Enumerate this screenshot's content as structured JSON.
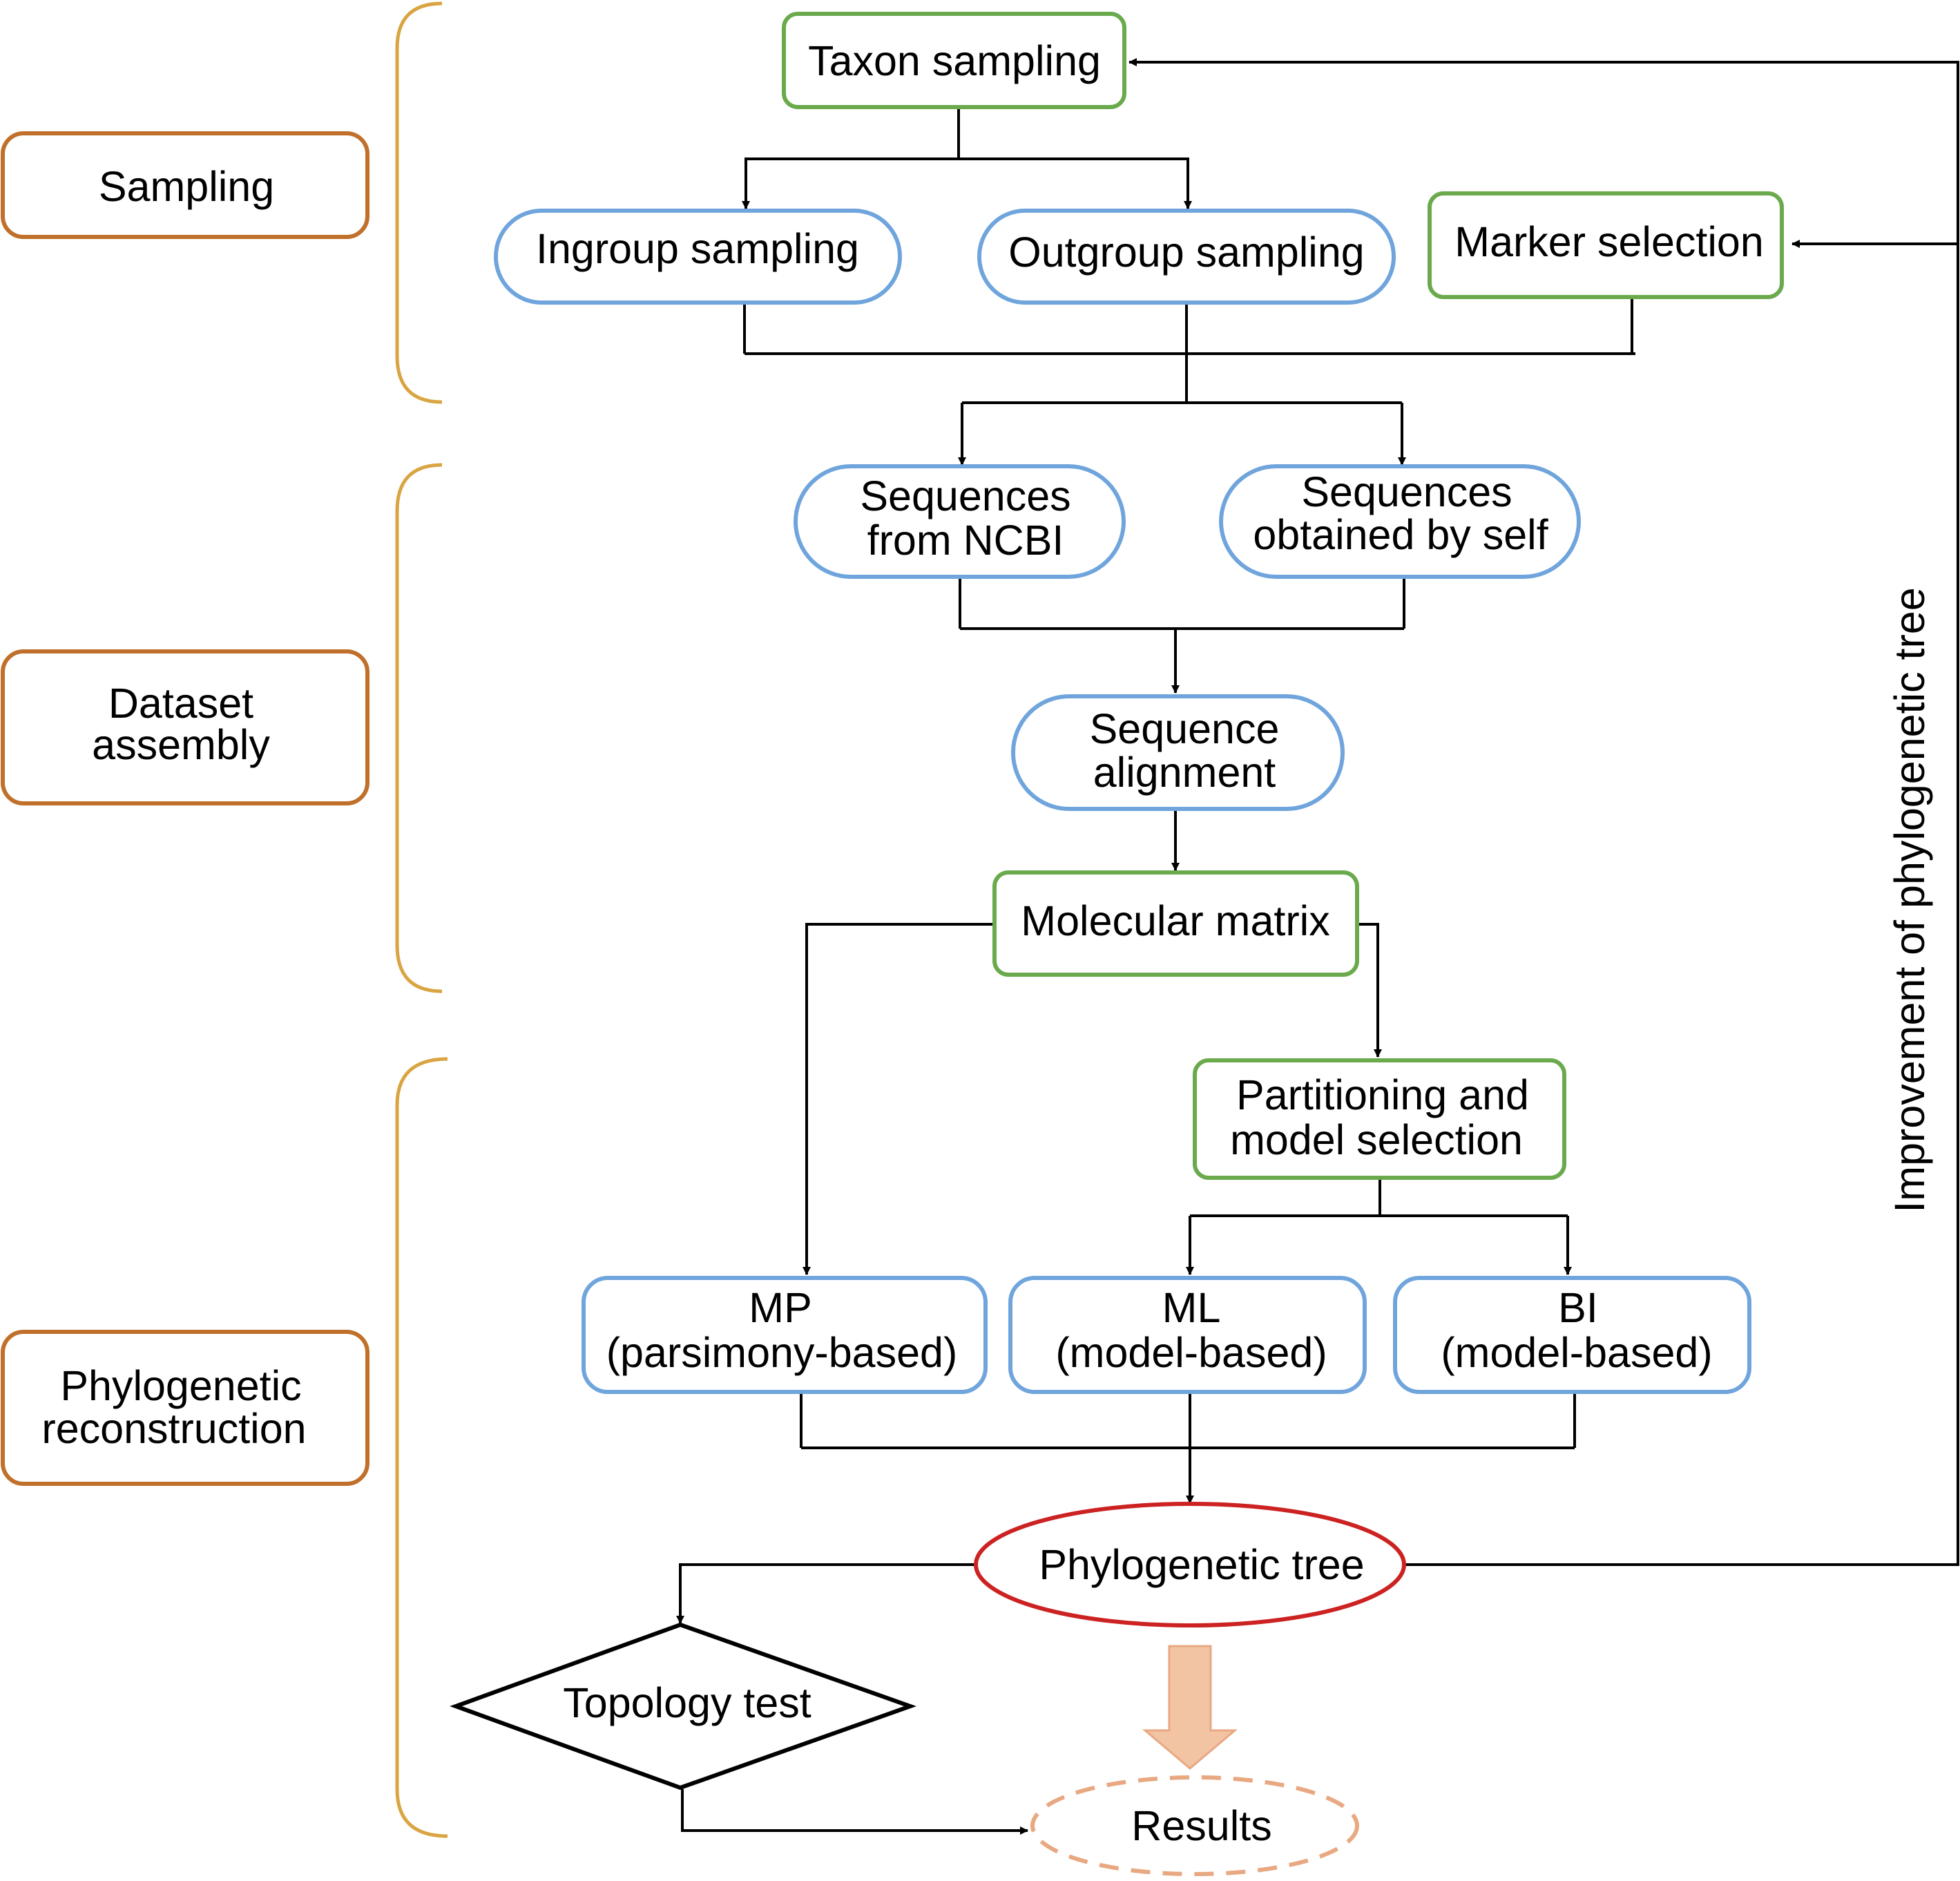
{
  "colors": {
    "green": "#6aaa4c",
    "blue": "#6fa5dc",
    "stage": "#c0702a",
    "brace": "#d9a441",
    "red": "#cc2222",
    "result": "#e8a882",
    "big_arrow": "#f2c4a4"
  },
  "stages": [
    {
      "id": "sampling",
      "lines": [
        "Sampling"
      ]
    },
    {
      "id": "dataset",
      "lines": [
        "Dataset",
        "assembly"
      ]
    },
    {
      "id": "phylo",
      "lines": [
        "Phylogenetic",
        "reconstruction"
      ]
    }
  ],
  "nodes": [
    {
      "id": "taxon",
      "shape": "rect",
      "color": "green",
      "lines": [
        "Taxon sampling"
      ]
    },
    {
      "id": "ingroup",
      "shape": "pill",
      "color": "blue",
      "lines": [
        "Ingroup sampling"
      ]
    },
    {
      "id": "outgroup",
      "shape": "pill",
      "color": "blue",
      "lines": [
        "Outgroup sampling"
      ]
    },
    {
      "id": "marker",
      "shape": "rect",
      "color": "green",
      "lines": [
        "Marker selection"
      ]
    },
    {
      "id": "ncbi",
      "shape": "pill",
      "color": "blue",
      "lines": [
        "Sequences",
        "from NCBI"
      ]
    },
    {
      "id": "self",
      "shape": "pill",
      "color": "blue",
      "lines": [
        "Sequences",
        "obtained by self"
      ]
    },
    {
      "id": "alignment",
      "shape": "pill",
      "color": "blue",
      "lines": [
        "Sequence",
        "alignment"
      ]
    },
    {
      "id": "matrix",
      "shape": "rect",
      "color": "green",
      "lines": [
        "Molecular matrix"
      ]
    },
    {
      "id": "partition",
      "shape": "rect",
      "color": "green",
      "lines": [
        "Partitioning and",
        "model selection"
      ]
    },
    {
      "id": "mp",
      "shape": "rect",
      "color": "blue",
      "lines": [
        "MP",
        "(parsimony-based)"
      ]
    },
    {
      "id": "ml",
      "shape": "rect",
      "color": "blue",
      "lines": [
        "ML",
        "(model-based)"
      ]
    },
    {
      "id": "bi",
      "shape": "rect",
      "color": "blue",
      "lines": [
        "BI",
        "(model-based)"
      ]
    },
    {
      "id": "tree",
      "shape": "ellipse",
      "color": "red",
      "lines": [
        "Phylogenetic tree"
      ]
    },
    {
      "id": "topology",
      "shape": "diamond",
      "color": "black",
      "lines": [
        "Topology test"
      ]
    },
    {
      "id": "results",
      "shape": "dashed-ellipse",
      "color": "result",
      "lines": [
        "Results"
      ]
    }
  ],
  "feedback_label": "Improvement of phylogenetic tree"
}
